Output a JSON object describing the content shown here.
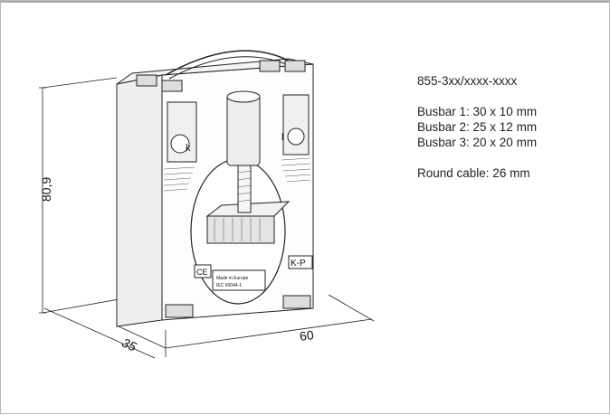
{
  "product_code": "855-3xx/xxxx-xxxx",
  "busbars": [
    "Busbar 1: 30 x 10 mm",
    "Busbar 2: 25 x 12 mm",
    "Busbar 3: 20 x 20 mm"
  ],
  "round_cable": "Round cable: 26 mm",
  "dimensions": {
    "height": "80,9",
    "depth": "35",
    "width": "60"
  },
  "device_marks": {
    "left_terminal": "k",
    "right_terminal": "l",
    "side_mark": "K-P",
    "ce_mark": "CE",
    "made_in": "Made in Europe",
    "standard": "IEC 60044-1"
  }
}
